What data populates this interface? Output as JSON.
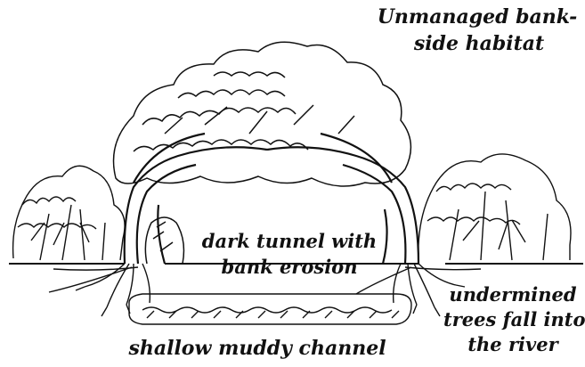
{
  "labels": {
    "title": [
      "Unmanaged bank-",
      "side habitat"
    ],
    "tunnel": [
      "dark tunnel with",
      "bank erosion"
    ],
    "undermined": [
      "undermined",
      "trees fall into",
      "the river"
    ],
    "channel": "shallow muddy channel"
  },
  "colors": {
    "ink": "#111111",
    "background": "#ffffff"
  },
  "icons": {
    "canopy": "tree-canopy-illustration",
    "channel": "muddy-channel-hatching",
    "roots": "exposed-roots-illustration"
  }
}
